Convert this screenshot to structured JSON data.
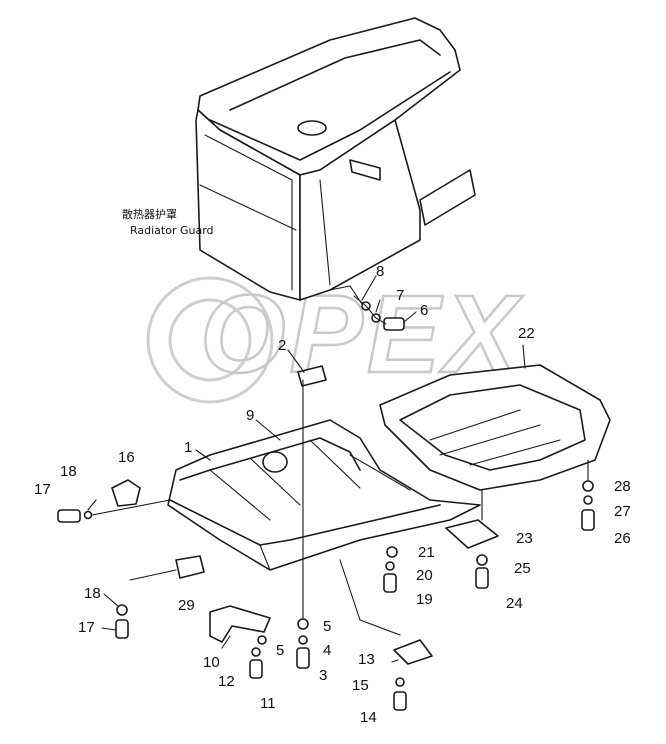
{
  "guard_label": {
    "zh": "散热器护罩",
    "en": "Radiator Guard"
  },
  "watermark": {
    "text": "OPEX"
  },
  "part_numbers": {
    "n1": "1",
    "n2": "2",
    "n3": "3",
    "n4": "4",
    "n5a": "5",
    "n5b": "5",
    "n6": "6",
    "n7": "7",
    "n8": "8",
    "n9": "9",
    "n10": "10",
    "n11": "11",
    "n12": "12",
    "n13": "13",
    "n14": "14",
    "n15": "15",
    "n16": "16",
    "n17a": "17",
    "n17b": "17",
    "n18a": "18",
    "n18b": "18",
    "n19": "19",
    "n20": "20",
    "n21": "21",
    "n22": "22",
    "n23": "23",
    "n24": "24",
    "n25": "25",
    "n26": "26",
    "n27": "27",
    "n28": "28",
    "n29": "29"
  }
}
